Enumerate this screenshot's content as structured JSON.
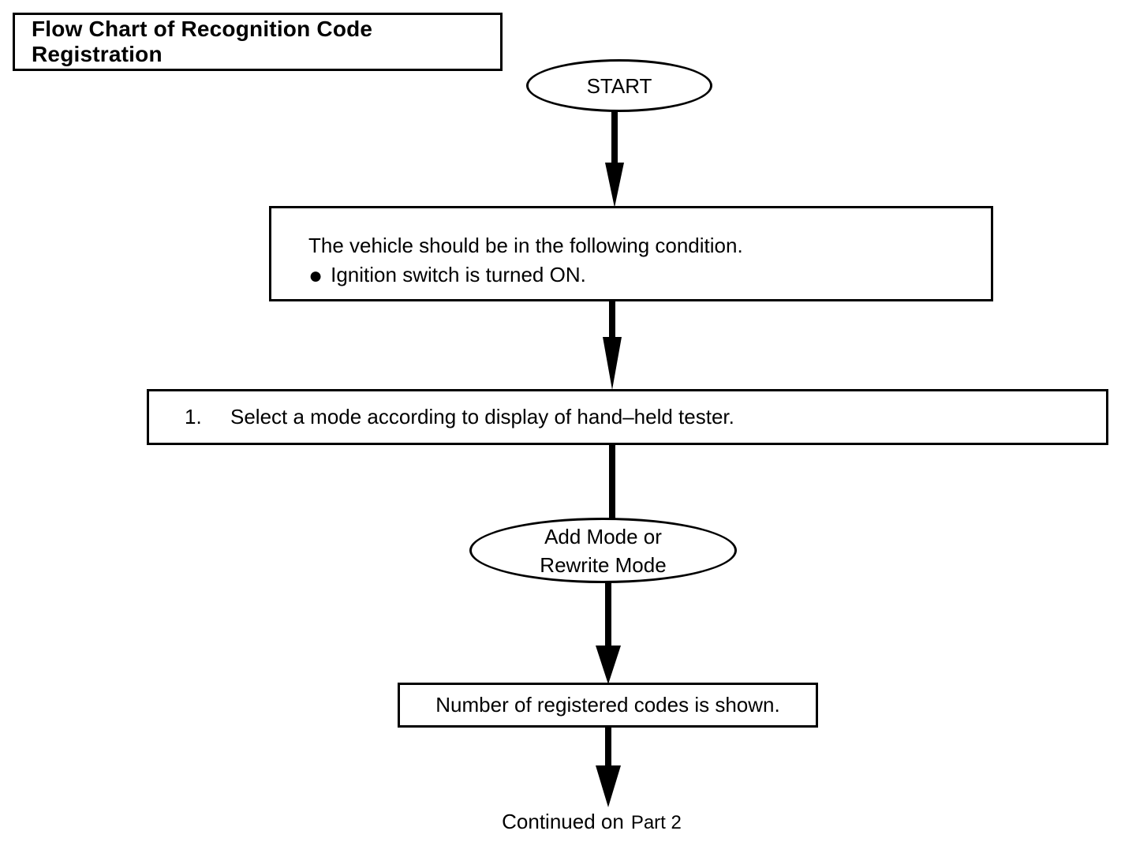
{
  "page": {
    "title": "Flow Chart of Recognition Code Registration"
  },
  "colors": {
    "line": "#000000",
    "background": "#ffffff",
    "text": "#000000"
  },
  "flowchart": {
    "start_label": "START",
    "condition_box": {
      "line1": "The vehicle should be in the following condition.",
      "bullet": "●",
      "line2": "Ignition switch is turned ON."
    },
    "select_box": {
      "number": "1.",
      "text": "Select a mode according to display of hand–held tester."
    },
    "mode_ellipse": {
      "line1": "Add Mode or",
      "line2": "Rewrite Mode"
    },
    "codes_box": {
      "text": "Number of registered codes is shown."
    },
    "continued": {
      "prefix": "Continued on",
      "suffix": "Part 2"
    }
  }
}
